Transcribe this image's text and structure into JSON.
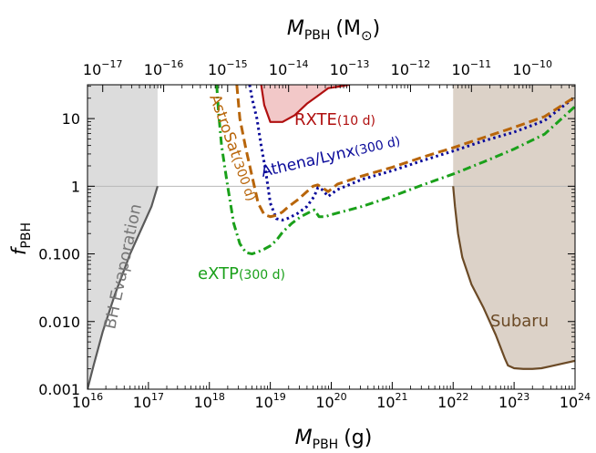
{
  "chart_data": {
    "type": "line",
    "xlabel": {
      "main": "M",
      "sub": "PBH",
      "unit": "(g)"
    },
    "top_xlabel": {
      "main": "M",
      "sub": "PBH",
      "unit_open": "(M",
      "unit_sub": "⊙",
      "unit_close": ")"
    },
    "ylabel": {
      "main": "f",
      "sub": "PBH"
    },
    "x_log_range": [
      16,
      24
    ],
    "y_log_range": [
      -3,
      1.5
    ],
    "x_ticks": [
      {
        "base": "10",
        "exp": "16",
        "value": 16
      },
      {
        "base": "10",
        "exp": "17",
        "value": 17
      },
      {
        "base": "10",
        "exp": "18",
        "value": 18
      },
      {
        "base": "10",
        "exp": "19",
        "value": 19
      },
      {
        "base": "10",
        "exp": "20",
        "value": 20
      },
      {
        "base": "10",
        "exp": "21",
        "value": 21
      },
      {
        "base": "10",
        "exp": "22",
        "value": 22
      },
      {
        "base": "10",
        "exp": "23",
        "value": 23
      },
      {
        "base": "10",
        "exp": "24",
        "value": 24
      }
    ],
    "top_ticks": [
      {
        "base": "10",
        "exp": "−17",
        "value": 16.25
      },
      {
        "base": "10",
        "exp": "−16",
        "value": 17.25
      },
      {
        "base": "10",
        "exp": "−15",
        "value": 18.3
      },
      {
        "base": "10",
        "exp": "−14",
        "value": 19.3
      },
      {
        "base": "10",
        "exp": "−13",
        "value": 20.3
      },
      {
        "base": "10",
        "exp": "−12",
        "value": 21.3
      },
      {
        "base": "10",
        "exp": "−11",
        "value": 22.3
      },
      {
        "base": "10",
        "exp": "−10",
        "value": 23.3
      }
    ],
    "y_ticks": [
      {
        "label": "10",
        "value": 1
      },
      {
        "label": "1",
        "value": 0
      },
      {
        "label": "0.100",
        "value": -1
      },
      {
        "label": "0.010",
        "value": -2
      },
      {
        "label": "0.001",
        "value": -3
      }
    ],
    "series": [
      {
        "name": "RXTE",
        "note": "(10 d)",
        "color": "#b01010",
        "fill": "#f2c8c8",
        "dash": "solid",
        "log_x": [
          18.85,
          18.9,
          19.0,
          19.2,
          19.4,
          19.6,
          19.8,
          19.95,
          20.1,
          20.3
        ],
        "log_y": [
          1.5,
          1.2,
          0.95,
          0.95,
          1.05,
          1.22,
          1.35,
          1.45,
          1.47,
          1.5
        ]
      },
      {
        "name": "Athena/Lynx",
        "note": "(300 d)",
        "color": "#0a0a9a",
        "dash": "dotted",
        "log_x": [
          18.66,
          18.7,
          18.78,
          18.85,
          18.92,
          19.0,
          19.1,
          19.2,
          19.3,
          19.45,
          19.6,
          19.72,
          19.78,
          19.85,
          19.95,
          20.1,
          20.5,
          21.0,
          21.5,
          22.0,
          22.5,
          23.0,
          23.5,
          24.0
        ],
        "log_y": [
          1.5,
          1.3,
          1.0,
          0.6,
          0.25,
          -0.25,
          -0.48,
          -0.5,
          -0.47,
          -0.4,
          -0.3,
          -0.15,
          -0.02,
          -0.05,
          -0.15,
          -0.05,
          0.1,
          0.23,
          0.38,
          0.52,
          0.67,
          0.8,
          0.97,
          1.32
        ]
      },
      {
        "name": "AstroSat",
        "note": "(300 d)",
        "color": "#b8650a",
        "dash": "dashed",
        "log_x": [
          18.45,
          18.5,
          18.6,
          18.7,
          18.8,
          18.9,
          19.0,
          19.1,
          19.2,
          19.3,
          19.45,
          19.6,
          19.7,
          19.78,
          19.85,
          19.95,
          20.1,
          20.5,
          21.0,
          21.5,
          22.0,
          22.5,
          23.0,
          23.5,
          24.0
        ],
        "log_y": [
          1.5,
          1.0,
          0.55,
          0.15,
          -0.25,
          -0.42,
          -0.45,
          -0.43,
          -0.38,
          -0.3,
          -0.2,
          -0.08,
          0.0,
          0.02,
          -0.02,
          -0.08,
          0.03,
          0.15,
          0.28,
          0.43,
          0.57,
          0.72,
          0.87,
          1.03,
          1.32
        ]
      },
      {
        "name": "eXTP",
        "note": "(300 d)",
        "color": "#1aa01a",
        "dash": "dashdot",
        "log_x": [
          18.12,
          18.15,
          18.2,
          18.3,
          18.4,
          18.5,
          18.6,
          18.7,
          18.8,
          18.9,
          19.0,
          19.1,
          19.2,
          19.35,
          19.5,
          19.65,
          19.72,
          19.8,
          19.9,
          20.0,
          20.5,
          21.0,
          21.5,
          22.0,
          22.5,
          23.0,
          23.5,
          24.0
        ],
        "log_y": [
          1.5,
          1.1,
          0.6,
          0.0,
          -0.55,
          -0.85,
          -0.98,
          -1.0,
          -0.97,
          -0.93,
          -0.88,
          -0.8,
          -0.68,
          -0.55,
          -0.45,
          -0.38,
          -0.35,
          -0.45,
          -0.45,
          -0.42,
          -0.3,
          -0.15,
          0.02,
          0.18,
          0.36,
          0.55,
          0.77,
          1.18
        ]
      },
      {
        "name": "BH Evaporation",
        "color": "#5a5a5a",
        "fill": "#dcdcdc",
        "dash": "solid",
        "log_x": [
          16.0,
          16.1,
          16.25,
          16.45,
          16.7,
          16.9,
          17.05,
          17.15
        ],
        "log_y": [
          -3.0,
          -2.65,
          -2.15,
          -1.6,
          -1.0,
          -0.6,
          -0.3,
          0.0
        ]
      },
      {
        "name": "Subaru",
        "color": "#6b4a26",
        "fill": "#dcd2c8",
        "dash": "solid",
        "log_x": [
          22.0,
          22.03,
          22.08,
          22.15,
          22.3,
          22.5,
          22.7,
          22.85,
          22.9,
          23.0,
          23.15,
          23.3,
          23.45,
          23.6,
          23.8,
          24.0
        ],
        "log_y": [
          0.0,
          -0.3,
          -0.7,
          -1.05,
          -1.45,
          -1.8,
          -2.2,
          -2.55,
          -2.65,
          -2.69,
          -2.7,
          -2.7,
          -2.69,
          -2.66,
          -2.62,
          -2.58
        ]
      }
    ]
  }
}
